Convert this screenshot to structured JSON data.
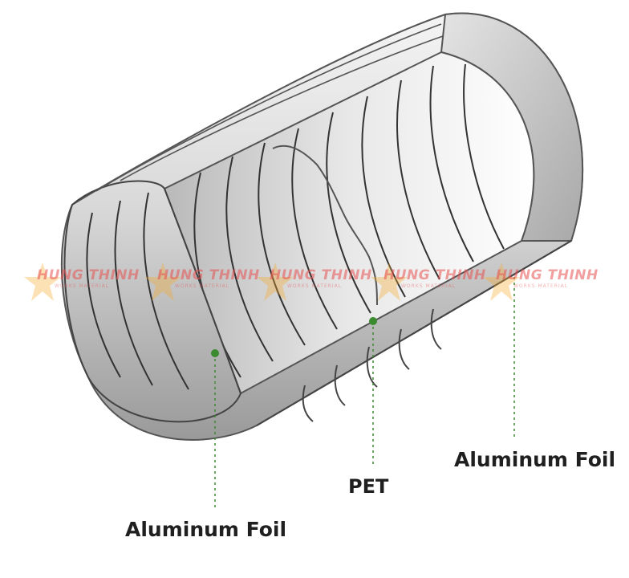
{
  "labels": {
    "inner_foil": "Aluminum Foil",
    "pet": "PET",
    "outer_foil": "Aluminum Foil"
  },
  "watermark": {
    "brand": "HUNG THINH",
    "tagline": "WORKS MATERIAL"
  },
  "colors": {
    "leader_dot": "#3a8a2e",
    "watermark": "#e85050",
    "label_text": "#1f1f1f"
  }
}
